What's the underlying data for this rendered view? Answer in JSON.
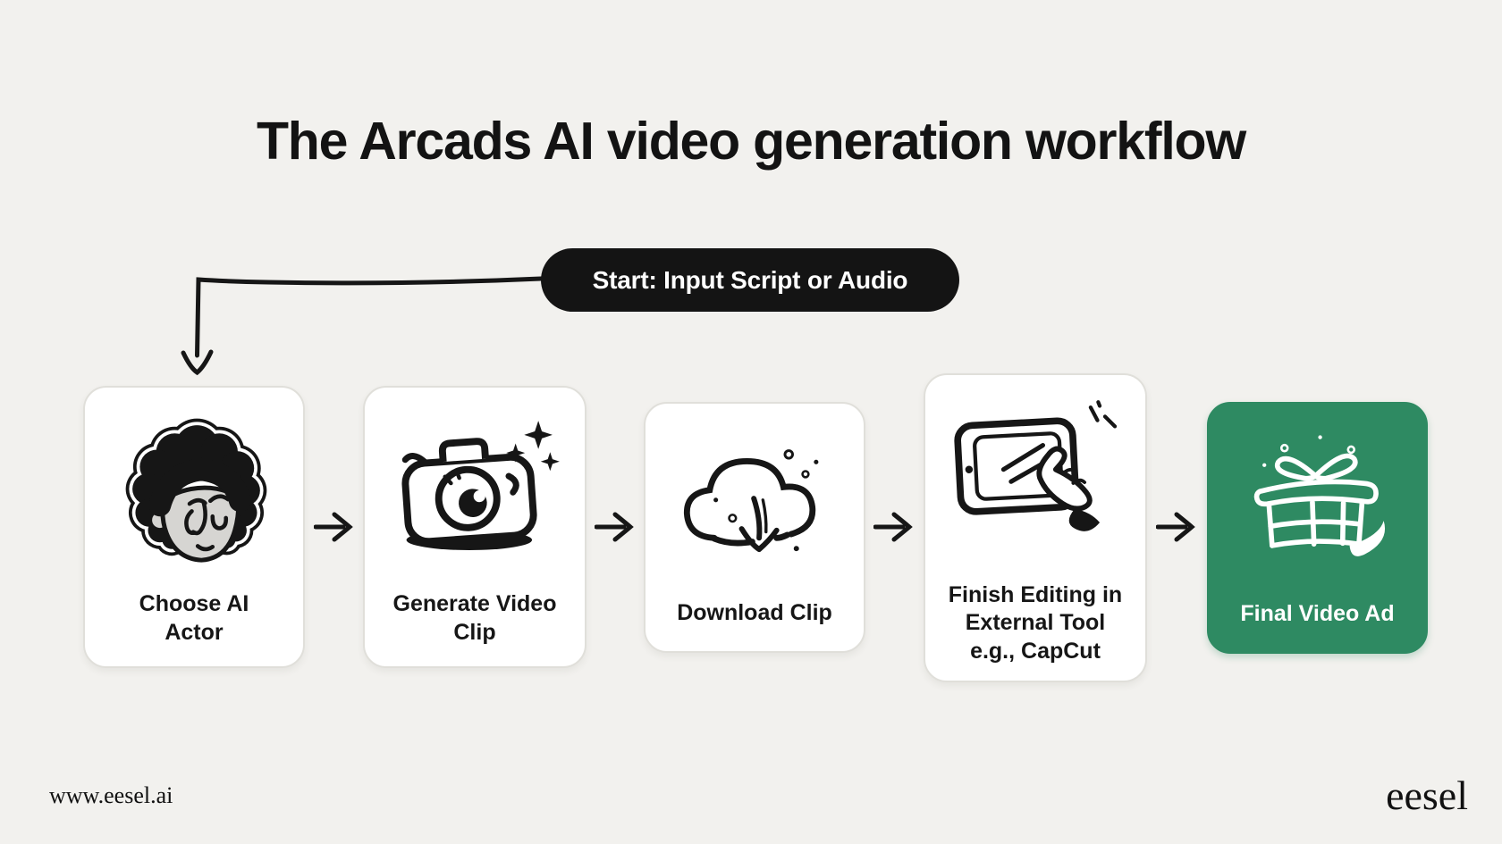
{
  "page": {
    "title": "The Arcads AI video generation workflow",
    "background_color": "#f2f1ee",
    "ink_color": "#161616"
  },
  "start_pill": {
    "label": "Start: Input Script or Audio",
    "background_color": "#141414",
    "text_color": "#ffffff"
  },
  "steps": [
    {
      "icon": "ai-actor-face-icon",
      "variant": "white",
      "label": "Choose AI Actor",
      "lines": [
        "Choose AI",
        "Actor"
      ]
    },
    {
      "icon": "camera-icon",
      "variant": "white",
      "label": "Generate Video Clip",
      "lines": [
        "Generate Video",
        "Clip"
      ]
    },
    {
      "icon": "cloud-download-icon",
      "variant": "white",
      "label": "Download Clip",
      "lines": [
        "Download Clip"
      ]
    },
    {
      "icon": "tablet-editing-hand-icon",
      "variant": "white",
      "label": "Finish Editing in External Tool e.g., CapCut",
      "lines": [
        "Finish Editing in",
        "External Tool",
        "e.g., CapCut"
      ]
    },
    {
      "icon": "gift-box-icon",
      "variant": "green",
      "label": "Final Video Ad",
      "lines": [
        "Final Video Ad"
      ],
      "background_color": "#2e8a62",
      "text_color": "#ffffff"
    }
  ],
  "colors": {
    "card_background": "#ffffff",
    "card_border": "#e0dfda",
    "accent_green": "#2e8a62",
    "pill_black": "#141414"
  },
  "footer": {
    "website": "www.eesel.ai",
    "brand": "eesel"
  }
}
